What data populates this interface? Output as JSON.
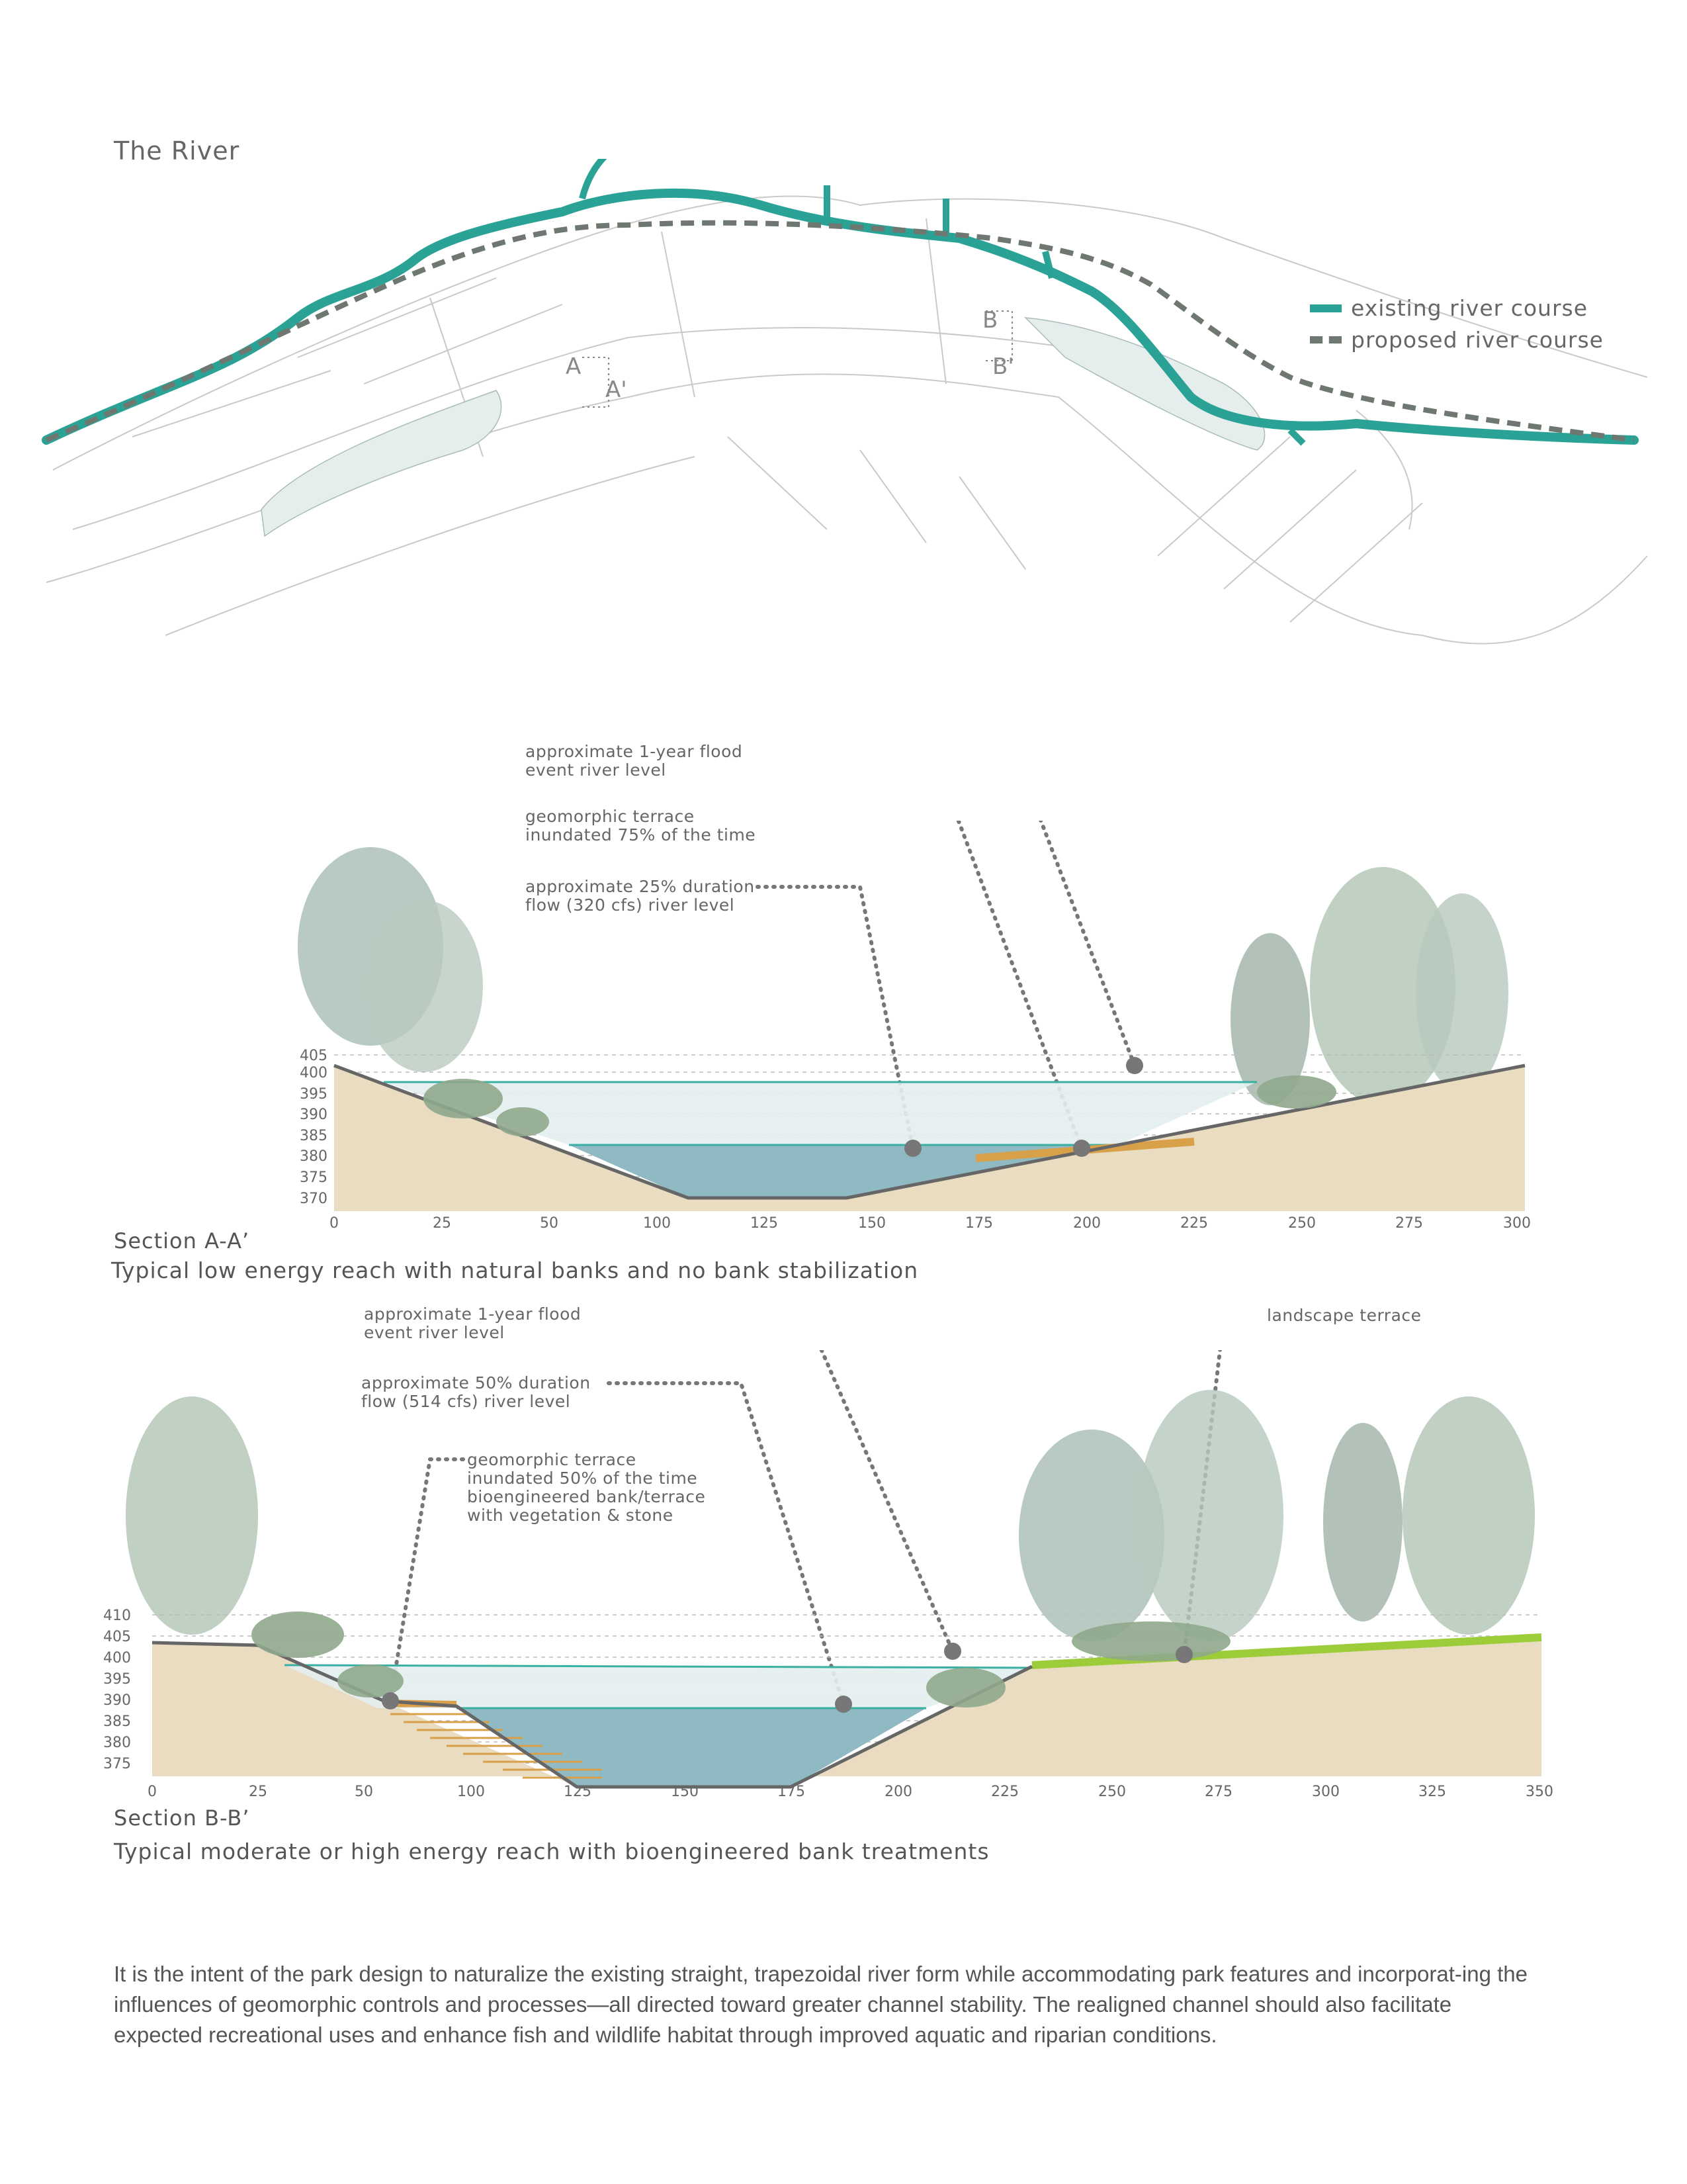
{
  "title": "The River",
  "legend": {
    "existing": "existing river course",
    "proposed": "proposed river course",
    "colors": {
      "existing": "#2aa396",
      "proposed": "#6e7770"
    }
  },
  "map_labels": {
    "a_left": "A",
    "a_right": "A'",
    "b_left": "B",
    "b_right": "B'"
  },
  "section_a": {
    "title": "Section A-A’",
    "subtitle": "Typical low energy reach with natural banks and no bank stabilization",
    "annotations": [
      "approximate 1-year flood\nevent river level",
      "geomorphic terrace\ninundated 75% of the time",
      "approximate 25% duration\nflow (320 cfs) river level"
    ],
    "y_ticks": [
      "405",
      "400",
      "395",
      "390",
      "385",
      "380",
      "375",
      "370"
    ],
    "x_ticks": [
      "0",
      "25",
      "50",
      "100",
      "125",
      "150",
      "175",
      "200",
      "225",
      "250",
      "275",
      "300"
    ]
  },
  "section_b": {
    "title": "Section B-B’",
    "subtitle": "Typical moderate or high energy reach with bioengineered bank treatments",
    "annotations": [
      "approximate 1-year flood\nevent river level",
      "approximate 50% duration\nflow (514 cfs) river level",
      "geomorphic terrace\ninundated 50% of the time\nbioengineered bank/terrace\nwith vegetation & stone",
      "landscape terrace"
    ],
    "y_ticks": [
      "410",
      "405",
      "400",
      "395",
      "390",
      "385",
      "380",
      "375"
    ],
    "x_ticks": [
      "0",
      "25",
      "50",
      "100",
      "125",
      "150",
      "175",
      "200",
      "225",
      "250",
      "275",
      "300",
      "325",
      "350"
    ]
  },
  "intro": "It is the intent of the park design to naturalize the existing straight, trapezoidal river form while accommodating park features and incorporat-ing the influences of geomorphic controls and processes—all directed toward greater channel stability.  The realigned channel should also facilitate expected recreational uses and enhance fish and wildlife habitat through improved aquatic and riparian conditions.",
  "colors": {
    "soil": "#e9dcc0",
    "water": "#8fb9c3",
    "flood": "#e3eef0",
    "terrace": "#d9a04a",
    "landscape": "#9ccc3a"
  }
}
